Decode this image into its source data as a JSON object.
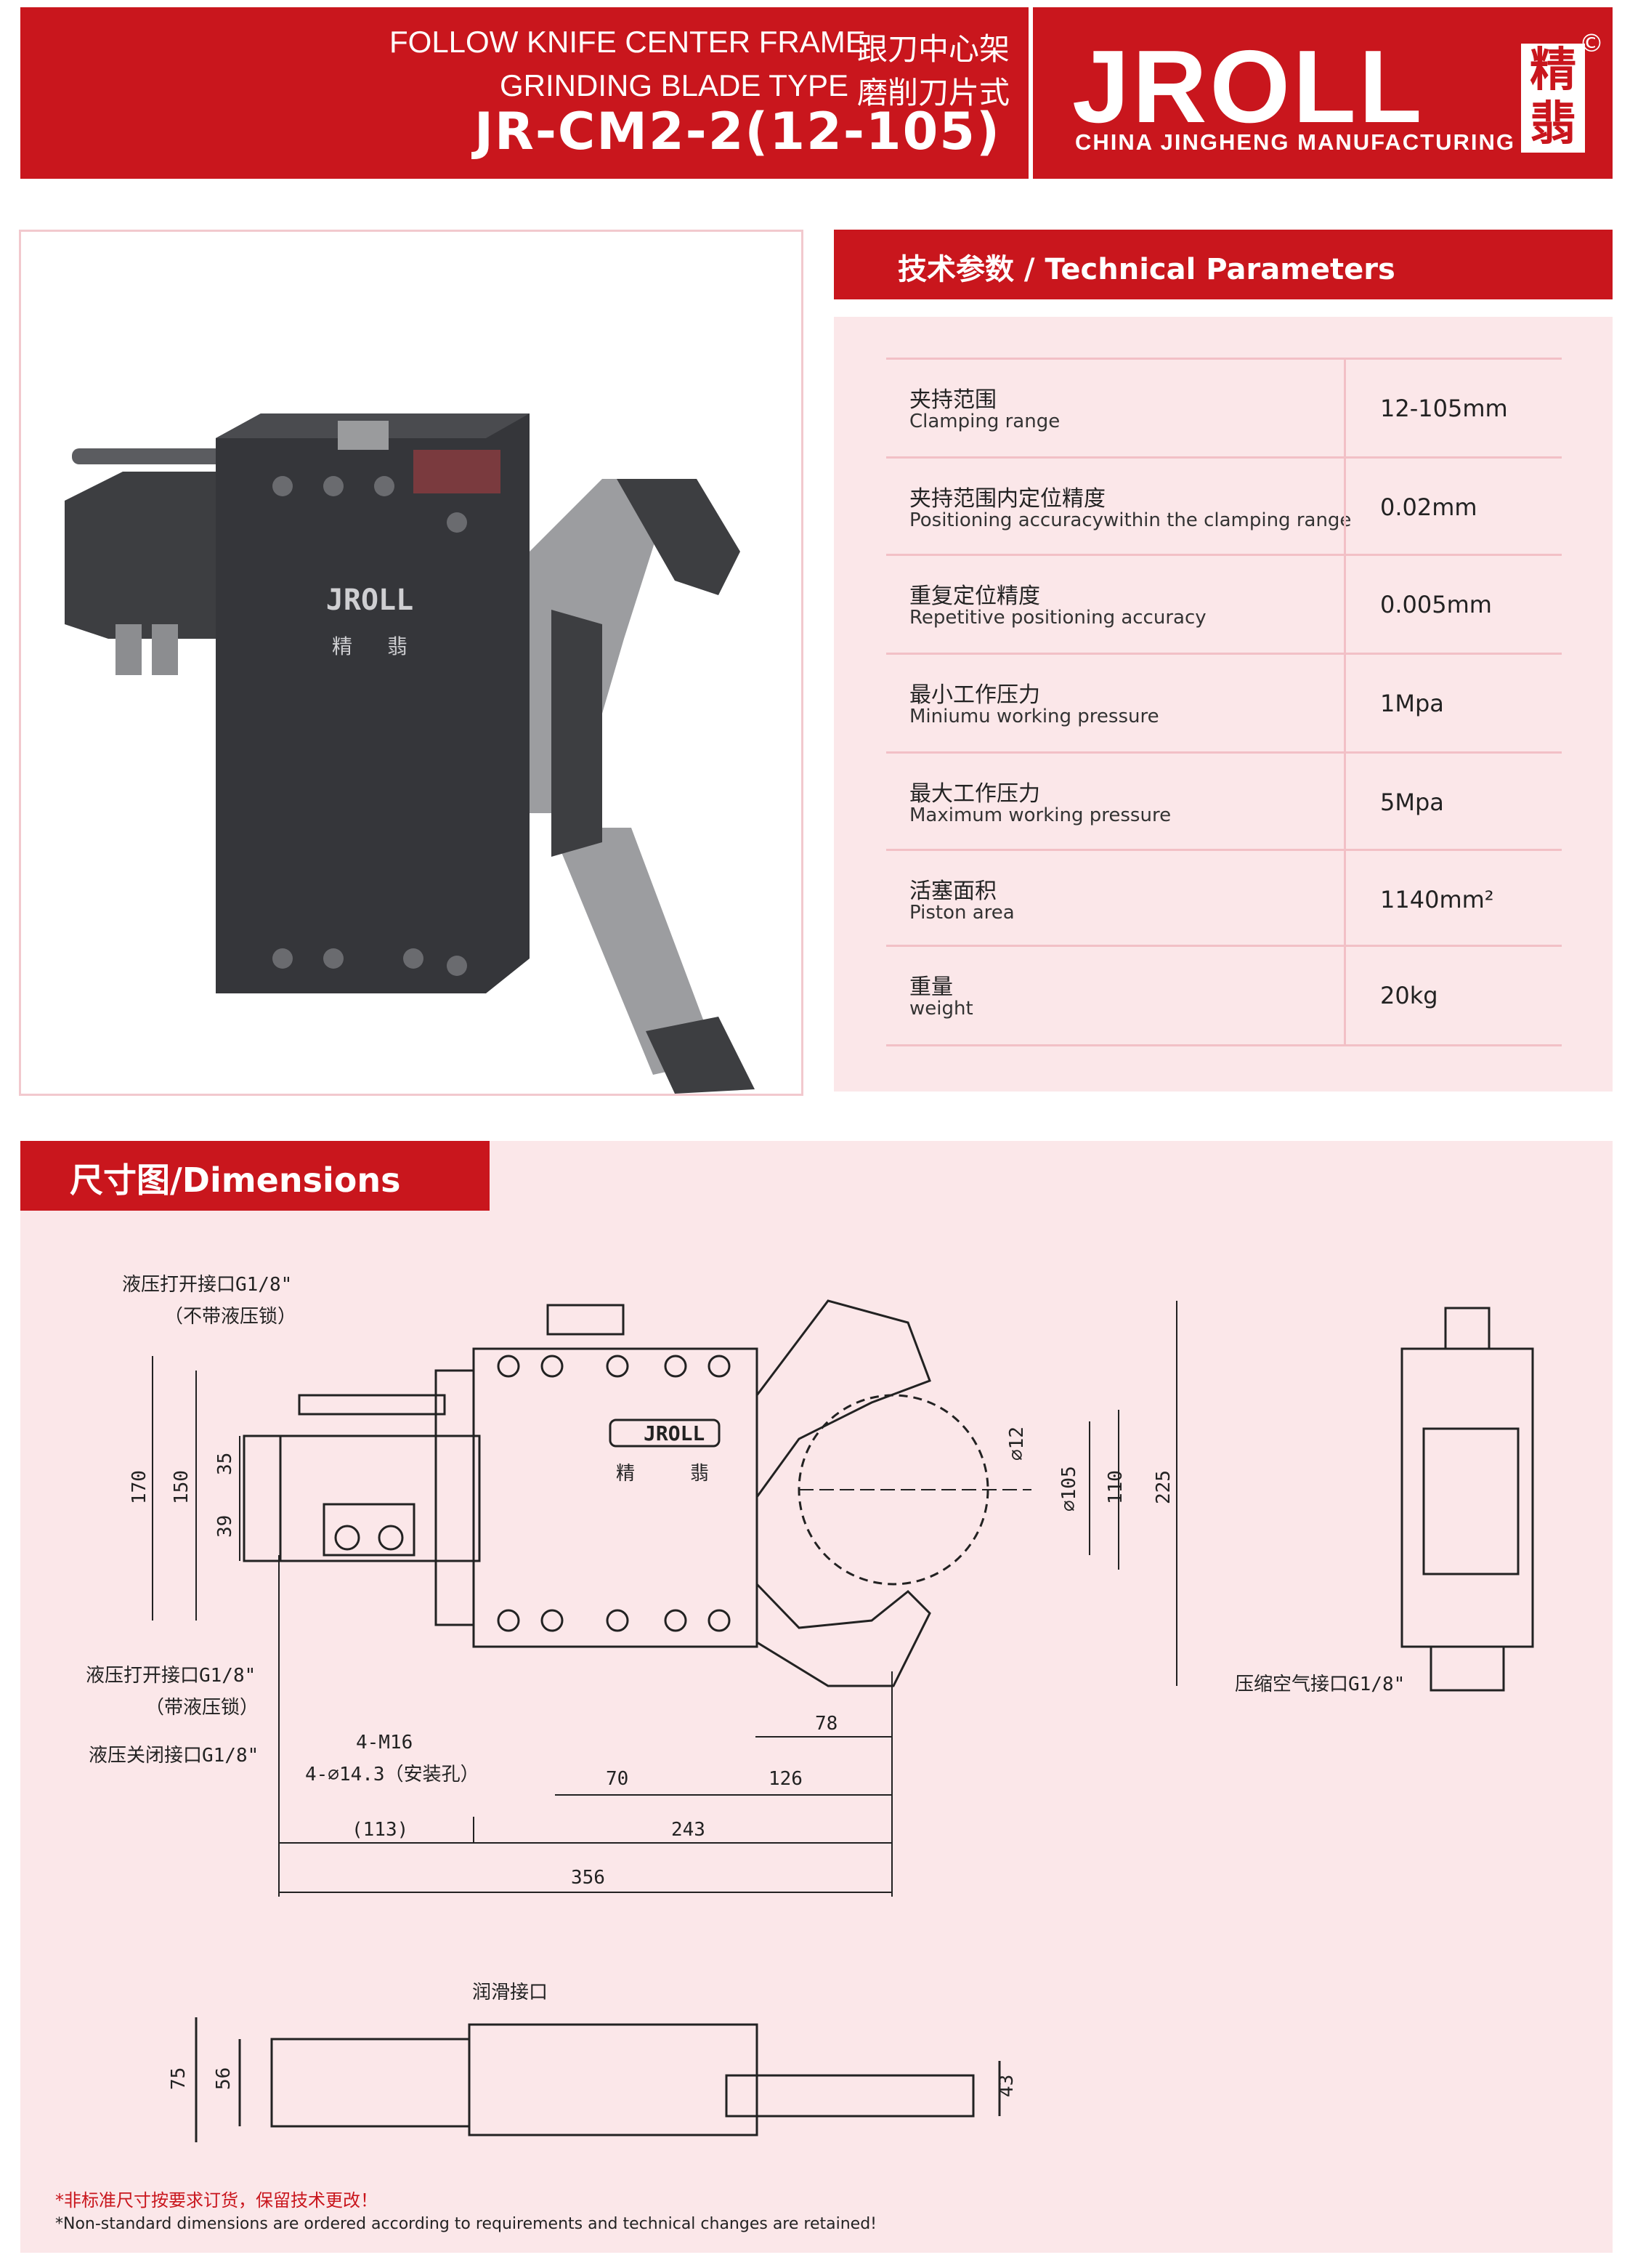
{
  "header": {
    "line1_en": "FOLLOW KNIFE CENTER FRAME",
    "line1_cn": "跟刀中心架",
    "line2_en": "GRINDING BLADE TYPE",
    "line2_cn": "磨削刀片式",
    "model": "JR-CM2-2(12-105)",
    "logo_text": "JROLL",
    "logo_cn_top": "精",
    "logo_cn_bottom": "翡",
    "logo_sub": "CHINA JINGHENG MANUFACTURING",
    "copyright": "©"
  },
  "product_logo": "JROLL",
  "product_cn_left": "精",
  "product_cn_right": "翡",
  "params": {
    "title": "技术参数 / Technical Parameters",
    "rows": [
      {
        "cn": "夹持范围",
        "en": "Clamping range",
        "value": "12-105mm"
      },
      {
        "cn": "夹持范围内定位精度",
        "en": "Positioning accuracywithin the clamping range",
        "value": "0.02mm"
      },
      {
        "cn": "重复定位精度",
        "en": "Repetitive positioning accuracy",
        "value": "0.005mm"
      },
      {
        "cn": "最小工作压力",
        "en": "Miniumu working pressure",
        "value": "1Mpa"
      },
      {
        "cn": "最大工作压力",
        "en": "Maximum working pressure",
        "value": "5Mpa"
      },
      {
        "cn": "活塞面积",
        "en": "Piston area",
        "value": "1140mm²"
      },
      {
        "cn": "重量",
        "en": "weight",
        "value": "20kg"
      }
    ]
  },
  "dimensions": {
    "title": "尺寸图/Dimensions",
    "labels": {
      "hyd_open_no_lock": "液压打开接口G1/8\"",
      "no_lock_note": "（不带液压锁）",
      "hyd_open_lock": "液压打开接口G1/8\"",
      "lock_note": "（带液压锁）",
      "hyd_close": "液压关闭接口G1/8\"",
      "m16": "4-M16",
      "mount_holes": "4-∅14.3（安装孔）",
      "air_port": "压缩空气接口G1/8\"",
      "lube": "润滑接口",
      "logo": "JROLL",
      "cn_left": "精",
      "cn_right": "翡"
    },
    "numbers": {
      "d170": "170",
      "d150": "150",
      "d35": "35",
      "d39": "39",
      "d12": "∅12",
      "d105": "∅105",
      "d110": "110",
      "d225": "225",
      "d78": "78",
      "d70": "70",
      "d126": "126",
      "d113": "(113)",
      "d243": "243",
      "d356": "356",
      "d75": "75",
      "d56": "56",
      "d43": "43"
    }
  },
  "notes": {
    "cn": "*非标准尺寸按要求订货，保留技术更改！",
    "en": "*Non-standard dimensions are ordered according to requirements and technical changes are retained!"
  },
  "colors": {
    "brand_red": "#c9161d",
    "panel_pink": "#fbe7e9",
    "machine_dark": "#3a3b3e",
    "machine_grey": "#9a9b9d"
  }
}
